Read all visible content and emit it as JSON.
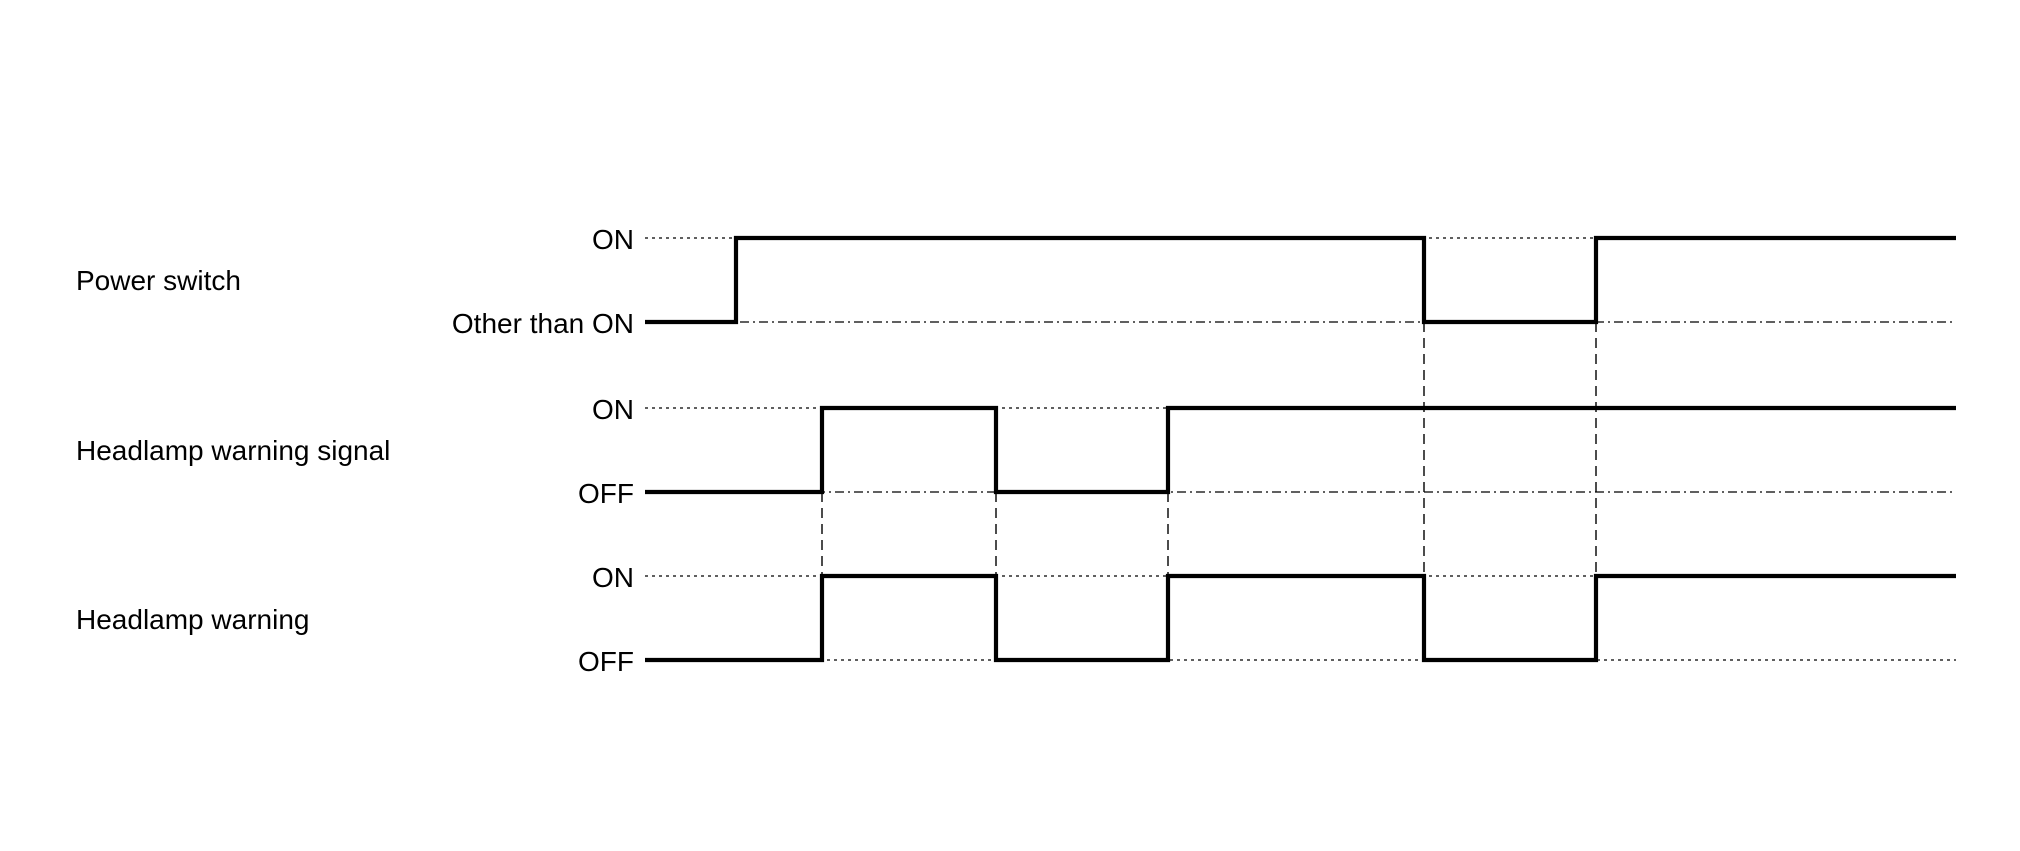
{
  "signals": [
    {
      "name": "Power switch",
      "high_label": "ON",
      "low_label": "Other than ON",
      "low_ref_style": "dash-dot",
      "states": [
        0,
        1,
        1,
        1,
        1,
        0,
        1,
        1
      ],
      "data_name": "power-switch"
    },
    {
      "name": "Headlamp warning signal",
      "high_label": "ON",
      "low_label": "OFF",
      "low_ref_style": "dash-dot",
      "states": [
        0,
        0,
        1,
        0,
        1,
        1,
        1,
        1
      ],
      "data_name": "headlamp-warning-signal"
    },
    {
      "name": "Headlamp warning",
      "high_label": "ON",
      "low_label": "OFF",
      "low_ref_style": "dotted",
      "states": [
        0,
        0,
        1,
        0,
        1,
        0,
        1,
        1
      ],
      "data_name": "headlamp-warning"
    }
  ],
  "sync_events": [
    {
      "at_segment": 2,
      "from_signal": 1,
      "to_signal": 2
    },
    {
      "at_segment": 3,
      "from_signal": 1,
      "to_signal": 2
    },
    {
      "at_segment": 4,
      "from_signal": 1,
      "to_signal": 2
    },
    {
      "at_segment": 5,
      "from_signal": 0,
      "to_signal": 2
    },
    {
      "at_segment": 6,
      "from_signal": 0,
      "to_signal": 2
    }
  ]
}
